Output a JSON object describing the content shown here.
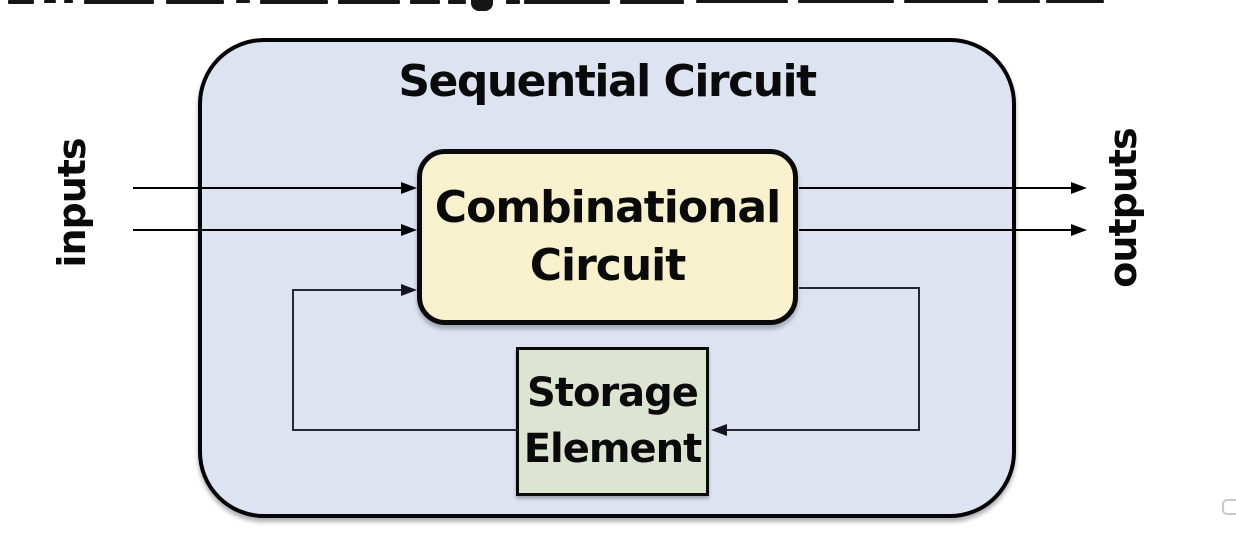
{
  "diagram": {
    "title": "Sequential Circuit",
    "input_label": "inputs",
    "output_label": "outputs",
    "blocks": {
      "combinational": {
        "line1": "Combinational",
        "line2": "Circuit",
        "fill": "#f7f1cd"
      },
      "storage": {
        "line1": "Storage",
        "line2": "Element",
        "fill": "#dde4d2"
      }
    },
    "outer_fill": "#dde3f1",
    "line_color": "#000000",
    "connections": [
      {
        "from": "inputs",
        "to": "Combinational Circuit",
        "arrows": 2
      },
      {
        "from": "Combinational Circuit",
        "to": "outputs",
        "arrows": 2
      },
      {
        "from": "Combinational Circuit",
        "to": "Storage Element",
        "arrows": 1
      },
      {
        "from": "Storage Element",
        "to": "Combinational Circuit",
        "arrows": 1
      }
    ]
  }
}
